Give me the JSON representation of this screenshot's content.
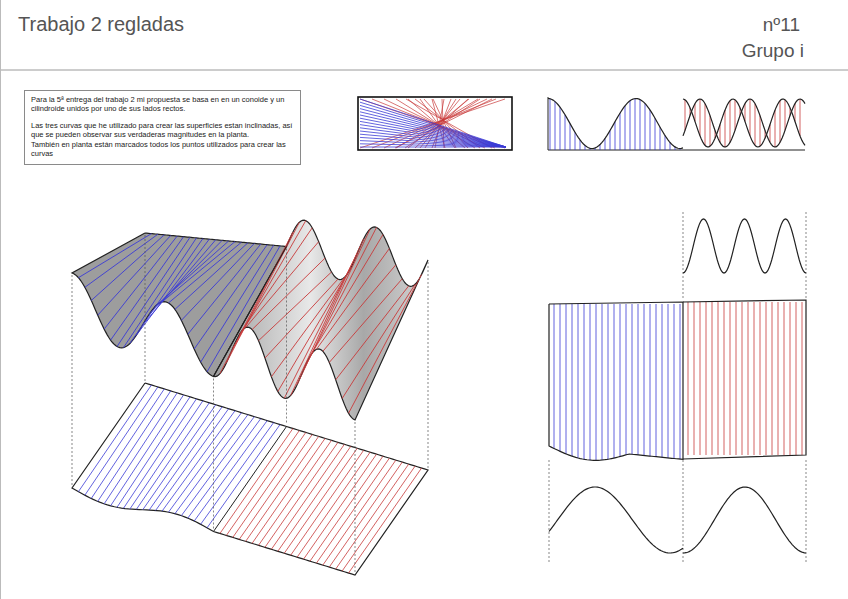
{
  "diagram": {
    "title": "Trabajo 2 regladas",
    "nodes": [
      {
        "text": [
          "Para la 5ª entrega del trabajo 2 mi propuesta se basa en en un conoide y un cilindroide unidos por uno de sus lados rectos.",
          "Las tres curvas que he utilizado para crear las superficies estan inclinadas, así que se pueden observar sus verdaderas magnitudes en la planta.",
          "También en planta están marcados todos los puntos utilizados para crear las curvas"
        ]
      }
    ],
    "labels": [
      "nº11",
      "Grupo i"
    ]
  }
}
